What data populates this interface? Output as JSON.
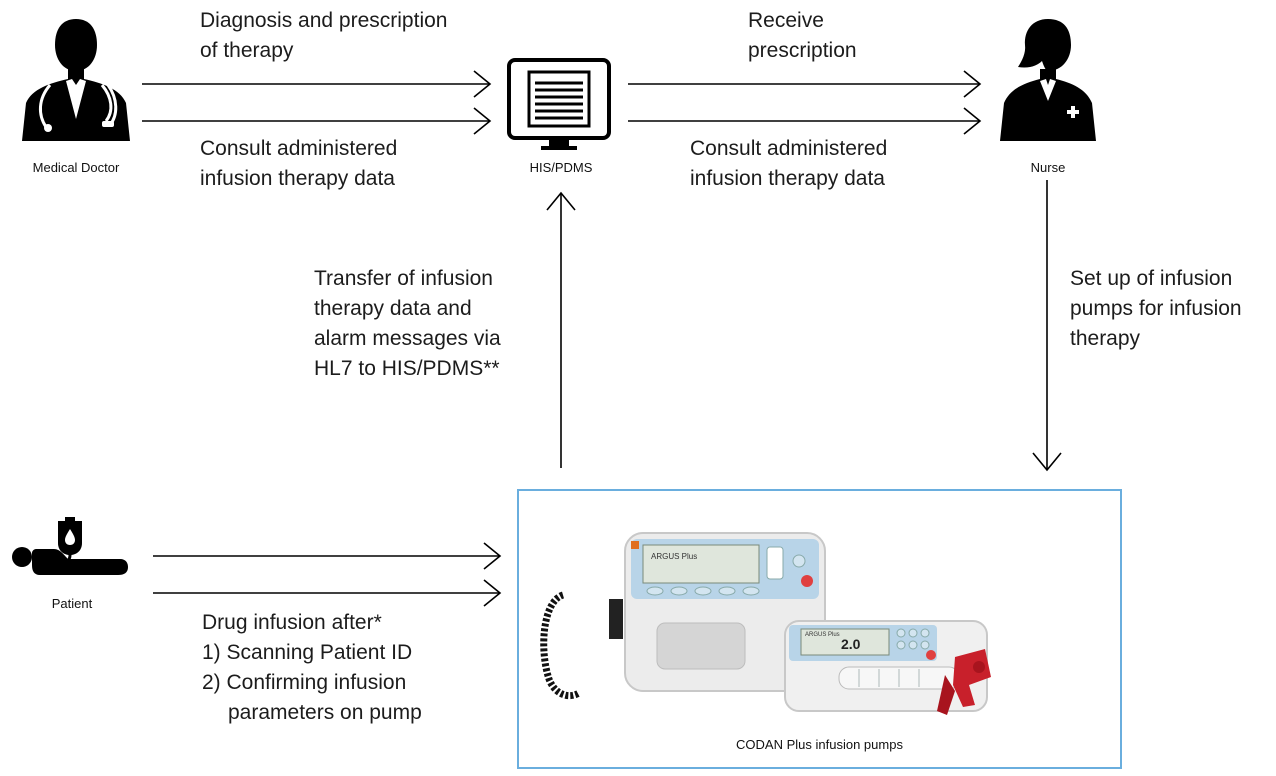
{
  "actors": {
    "doctor": "Medical Doctor",
    "system": "HIS/PDMS",
    "nurse": "Nurse",
    "patient": "Patient"
  },
  "flows": {
    "doctor_to_system_top": [
      "Diagnosis and prescription",
      "of therapy"
    ],
    "doctor_to_system_bottom": [
      "Consult administered",
      "infusion therapy data"
    ],
    "system_to_nurse_top": [
      "Receive",
      "prescription"
    ],
    "system_to_nurse_bottom": [
      "Consult administered",
      "infusion therapy data"
    ],
    "pumps_to_system": [
      "Transfer of infusion",
      "therapy data and",
      "alarm messages via",
      "HL7 to HIS/PDMS**"
    ],
    "nurse_to_pumps": [
      "Set up of infusion",
      "pumps for infusion",
      "therapy"
    ],
    "patient_infusion": {
      "heading": "Drug infusion after*",
      "steps": [
        "1) Scanning Patient ID",
        "2) Confirming infusion",
        "parameters on pump"
      ]
    }
  },
  "pumps": {
    "caption": "CODAN Plus infusion pumps",
    "volumetric_model": "ARGUS Plus",
    "syringe_model": "ARGUS Plus",
    "syringe_rate": "2.0",
    "colors": {
      "housing": "#ececec",
      "panel": "#b8d4e8",
      "accent_red": "#c8202b",
      "cable": "#1a1a1a"
    }
  },
  "colors": {
    "icon": "#000000",
    "arrow": "#000000",
    "box_border": "#6aaede"
  }
}
